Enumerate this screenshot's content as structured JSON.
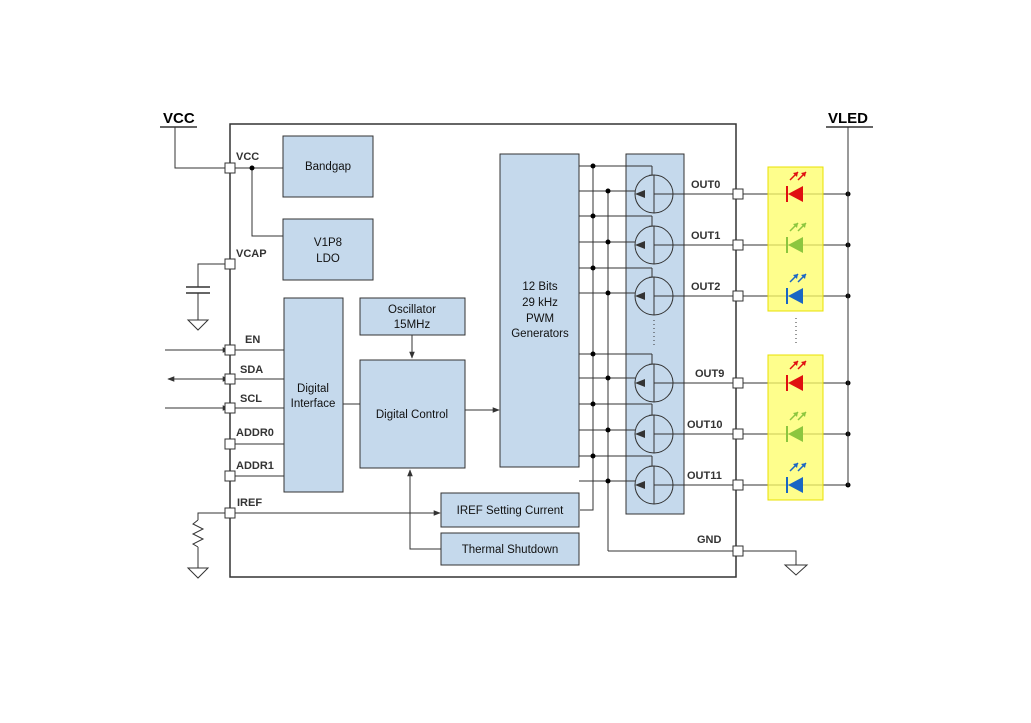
{
  "supplies": {
    "vcc": "VCC",
    "vled": "VLED"
  },
  "pins": {
    "vcc": "VCC",
    "vcap": "VCAP",
    "en": "EN",
    "sda": "SDA",
    "scl": "SCL",
    "addr0": "ADDR0",
    "addr1": "ADDR1",
    "iref": "IREF",
    "gnd": "GND"
  },
  "outputs": [
    "OUT0",
    "OUT1",
    "OUT2",
    "OUT9",
    "OUT10",
    "OUT11"
  ],
  "blocks": {
    "bandgap": [
      "Bandgap"
    ],
    "ldo": [
      "V1P8",
      "LDO"
    ],
    "oscillator": [
      "Oscillator",
      "15MHz"
    ],
    "digital_interface": [
      "Digital",
      "Interface"
    ],
    "digital_control": [
      "Digital Control"
    ],
    "pwm": [
      "12 Bits",
      "29 kHz",
      "PWM",
      "Generators"
    ],
    "iref_setting": [
      "IREF Setting Current"
    ],
    "thermal_shutdown": [
      "Thermal Shutdown"
    ]
  },
  "led_colors": [
    "#e01010",
    "#8cc63f",
    "#1a66c4",
    "#e01010",
    "#8cc63f",
    "#1a66c4"
  ],
  "colors": {
    "block_fill": "#c5d9ec",
    "led_highlight": "#fdfd66"
  }
}
